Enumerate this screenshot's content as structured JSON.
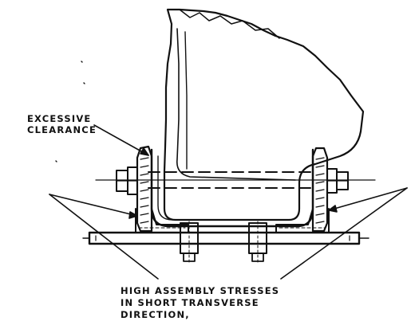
{
  "labels": {
    "excessive_clearance": [
      "EXCESSIVE",
      "CLEARANCE"
    ],
    "assembly_stresses": [
      "HIGH ASSEMBLY STRESSES",
      "IN SHORT TRANSVERSE",
      "DIRECTION,"
    ]
  },
  "colors": {
    "ink": "#111111",
    "background": "#ffffff"
  }
}
